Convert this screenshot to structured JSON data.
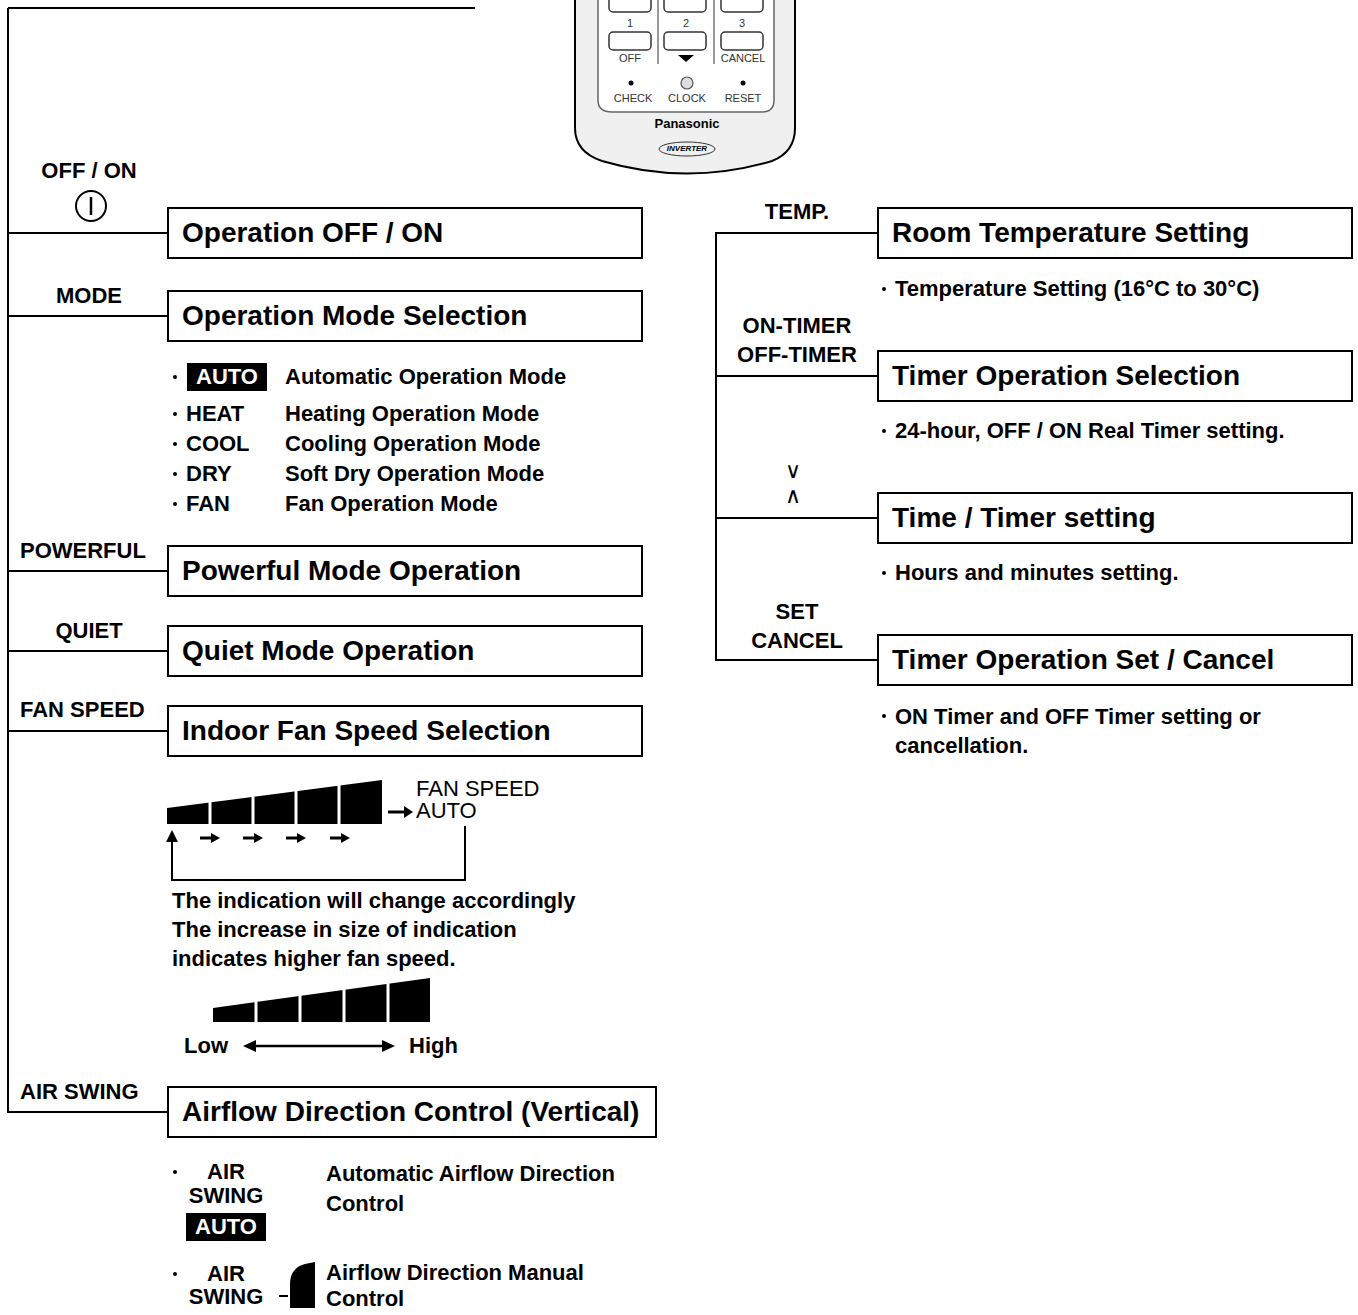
{
  "diagram": {
    "nodes": [
      {
        "text": [
          "Operation OFF / ON"
        ]
      },
      {
        "text": [
          "Operation Mode Selection"
        ]
      },
      {
        "text": [
          "AUTO"
        ]
      },
      {
        "text": [
          "Powerful Mode Operation"
        ]
      },
      {
        "text": [
          "Quiet Mode Operation"
        ]
      },
      {
        "text": [
          "Indoor Fan Speed Selection"
        ]
      },
      {
        "text": [
          "Airflow Direction Control (Vertical)"
        ]
      },
      {
        "text": [
          "AUTO"
        ]
      },
      {
        "text": [
          "Room Temperature Setting"
        ]
      },
      {
        "text": [
          "Timer Operation Selection"
        ]
      },
      {
        "text": [
          "Time / Timer setting"
        ]
      },
      {
        "text": [
          "Timer Operation Set / Cancel"
        ]
      }
    ],
    "labels": [
      "1",
      "2",
      "3",
      "OFF",
      "CANCEL",
      "CHECK",
      "CLOCK",
      "RESET",
      "Panasonic",
      "INVERTER",
      "OFF / ON",
      "MODE",
      "Automatic Operation Mode",
      "HEAT",
      "Heating Operation Mode",
      "COOL",
      "Cooling Operation Mode",
      "DRY",
      "Soft Dry Operation Mode",
      "FAN",
      "Fan Operation Mode",
      "POWERFUL",
      "QUIET",
      "FAN SPEED",
      "FAN SPEED AUTO",
      "The indication will change accordingly The increase in size of indication indicates higher fan speed.",
      "Low",
      "High",
      "AIR SWING",
      "AIR SWING",
      "Automatic Airflow Direction Control",
      "AIR SWING",
      "Airflow Direction Manual Control",
      "TEMP.",
      "Temperature Setting (16°C to 30°C)",
      "ON-TIMER",
      "OFF-TIMER",
      "24-hour, OFF / ON Real Timer setting.",
      "∨",
      "∧",
      "Hours and minutes setting.",
      "SET",
      "CANCEL",
      "ON Timer and OFF Timer setting or cancellation."
    ]
  }
}
